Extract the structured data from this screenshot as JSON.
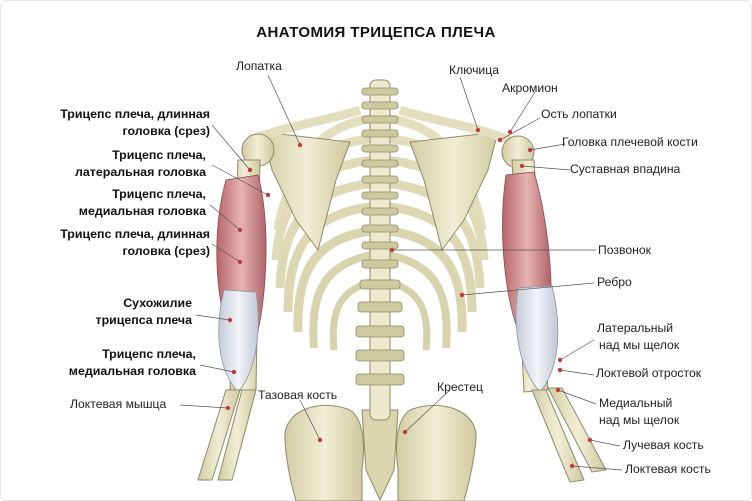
{
  "title": "АНАТОМИЯ ТРИЦЕПСА ПЛЕЧА",
  "labels_left": {
    "triceps_long_cut_top_1": "Трицепс плеча, длинная",
    "triceps_long_cut_top_2": "головка (срез)",
    "triceps_lateral_1": "Трицепс плеча,",
    "triceps_lateral_2": "латеральная головка",
    "triceps_medial_top_1": "Трицепс плеча,",
    "triceps_medial_top_2": "медиальная головка",
    "triceps_long_cut_bottom_1": "Трицепс плеча, длинная",
    "triceps_long_cut_bottom_2": "головка (срез)",
    "tendon_1": "Сухожилие",
    "tendon_2": "трицепса плеча",
    "triceps_medial_bottom_1": "Трицепс плеча,",
    "triceps_medial_bottom_2": "медиальная головка",
    "anconeus": "Локтевая мышца"
  },
  "labels_center": {
    "scapula": "Лопатка",
    "pelvis": "Тазовая кость",
    "sacrum": "Крестец"
  },
  "labels_right": {
    "clavicle": "Ключица",
    "acromion": "Акромион",
    "scapular_spine": "Ость лопатки",
    "humeral_head": "Головка плечевой кости",
    "glenoid": "Суставная впадина",
    "vertebra": "Позвонок",
    "rib": "Ребро",
    "lateral_epicondyle_1": "Латеральный",
    "lateral_epicondyle_2": "над мы щелок",
    "olecranon": "Локтевой отросток",
    "medial_epicondyle_1": "Медиальный",
    "medial_epicondyle_2": "над мы щелок",
    "radius": "Лучевая кость",
    "ulna": "Локтевая кость"
  },
  "colors": {
    "bone": "#eae7c8",
    "bone_shade": "#c9c39a",
    "bone_outline": "#8f8a6a",
    "muscle": "#d9a2a2",
    "muscle_dark": "#b36a6e",
    "tendon": "#dfe3ec",
    "leader": "#c23b3b"
  }
}
